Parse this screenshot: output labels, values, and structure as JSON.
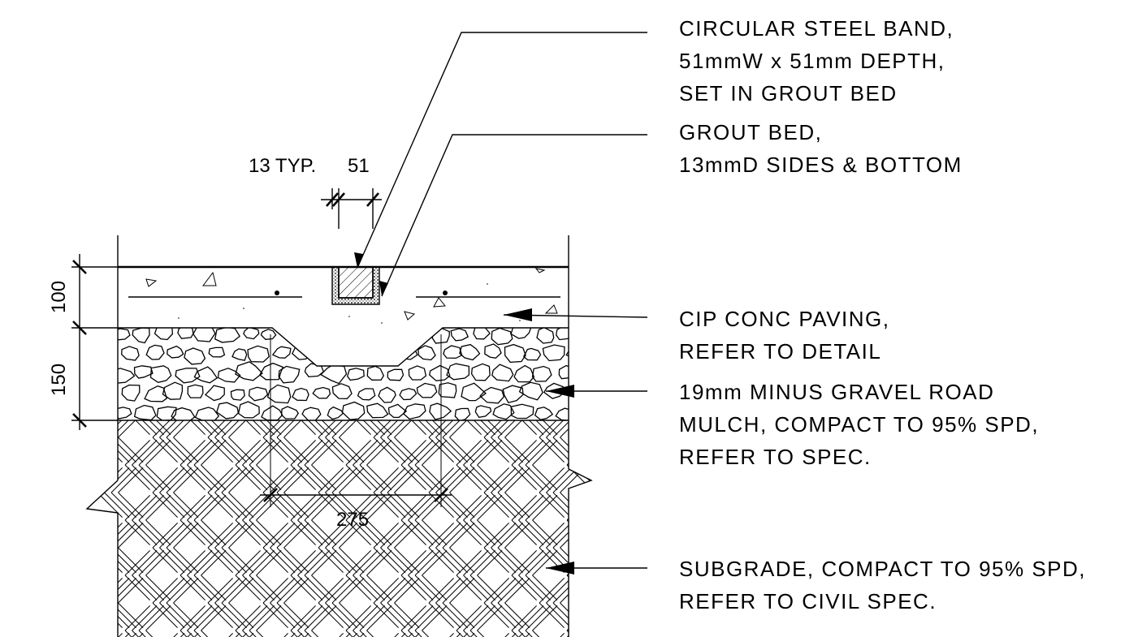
{
  "notes": [
    {
      "lines": [
        "CIRCULAR STEEL BAND,",
        "51mmW x 51mm DEPTH,",
        "SET IN GROUT BED"
      ]
    },
    {
      "lines": [
        "GROUT BED,",
        "13mmD SIDES & BOTTOM"
      ]
    },
    {
      "lines": [
        "CIP CONC PAVING,",
        "REFER TO DETAIL"
      ]
    },
    {
      "lines": [
        "19mm MINUS GRAVEL ROAD",
        "MULCH, COMPACT TO 95% SPD,",
        "REFER TO SPEC."
      ]
    },
    {
      "lines": [
        "SUBGRADE, COMPACT TO 95% SPD,",
        "REFER TO CIVIL SPEC."
      ]
    }
  ],
  "dimensions": {
    "typ": "13 TYP.",
    "band": "51",
    "paving_depth": "100",
    "gravel_depth": "150",
    "width": "275"
  }
}
